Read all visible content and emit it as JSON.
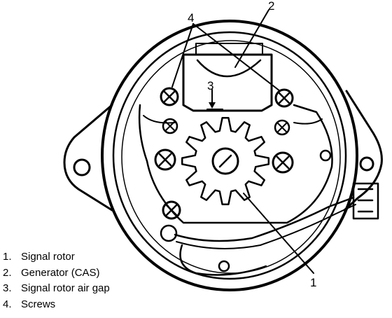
{
  "callouts": {
    "c1": "1",
    "c2": "2",
    "c3": "3",
    "c4": "4"
  },
  "legend": [
    {
      "num": "1.",
      "text": "Signal rotor"
    },
    {
      "num": "2.",
      "text": "Generator (CAS)"
    },
    {
      "num": "3.",
      "text": "Signal rotor air gap"
    },
    {
      "num": "4.",
      "text": "Screws"
    }
  ],
  "colors": {
    "ink": "#000000",
    "paper": "#ffffff"
  }
}
